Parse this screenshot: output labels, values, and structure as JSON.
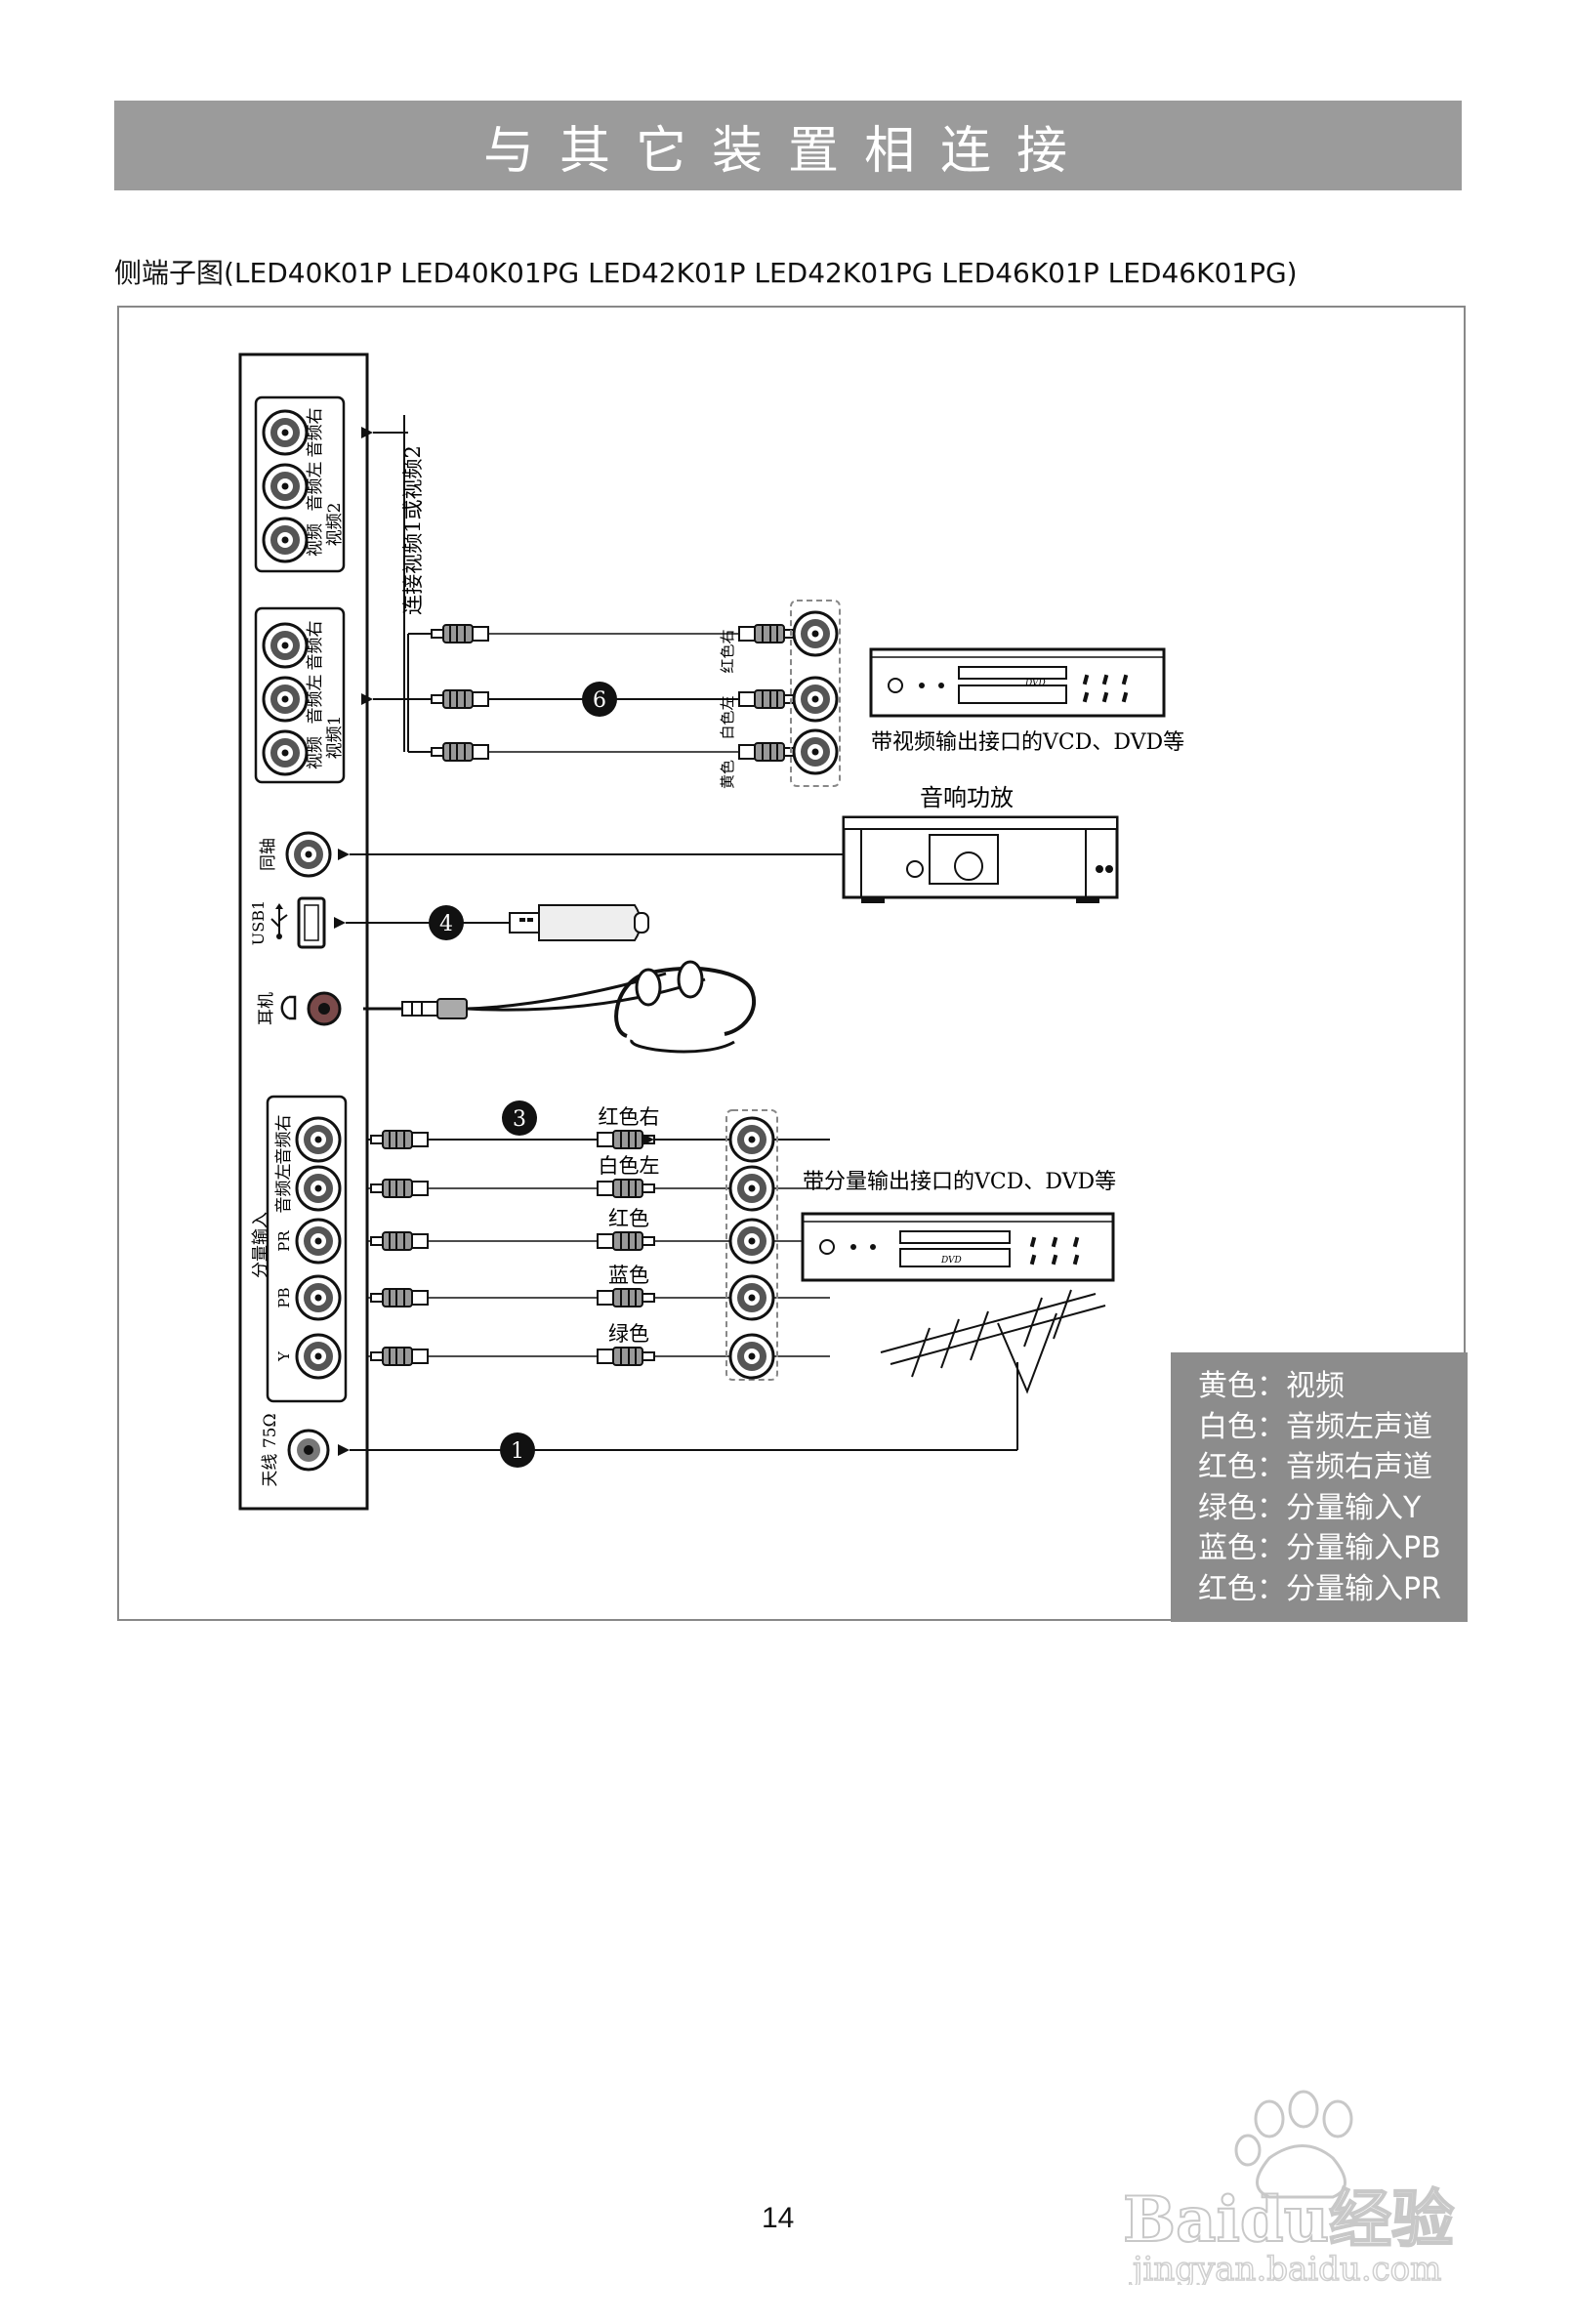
{
  "header": {
    "title": "与其它装置相连接"
  },
  "subtitle": "侧端子图(LED40K01P LED40K01PG LED42K01P LED42K01PG LED46K01P LED46K01PG)",
  "tv_panel": {
    "video2_group": {
      "label": "视频2",
      "jacks": [
        "视频",
        "音频左",
        "音频右"
      ]
    },
    "video1_group": {
      "label": "视频1",
      "jacks": [
        "视频",
        "音频左",
        "音频右"
      ]
    },
    "coaxial": "同轴",
    "usb": "USB1",
    "earphone": "耳机",
    "component_group": {
      "label": "分量输入",
      "jacks": [
        "Y",
        "PB",
        "PR",
        "音频左",
        "音频右"
      ]
    },
    "antenna": "天线 75Ω"
  },
  "connections": {
    "connect_video_note": "连接视频1或视频2",
    "av_cable_colors": [
      "红色右",
      "白色左",
      "黄色"
    ],
    "av_device_label": "带视频输出接口的VCD、DVD等",
    "amplifier_label": "音响功放",
    "component_cable_labels": [
      "红色右",
      "白色左",
      "红色",
      "蓝色",
      "绿色"
    ],
    "component_device_label": "带分量输出接口的VCD、DVD等",
    "dvd_badge": "DVD",
    "markers": [
      "1",
      "3",
      "4",
      "6"
    ]
  },
  "legend": {
    "items": [
      "黄色：视频",
      "白色：音频左声道",
      "红色：音频右声道",
      "绿色：分量输入Y",
      "蓝色：分量输入PB",
      "红色：分量输入PR"
    ]
  },
  "footer": {
    "page_number": "14",
    "watermark_brand": "Baidu经验",
    "watermark_url": "jingyan.baidu.com"
  }
}
